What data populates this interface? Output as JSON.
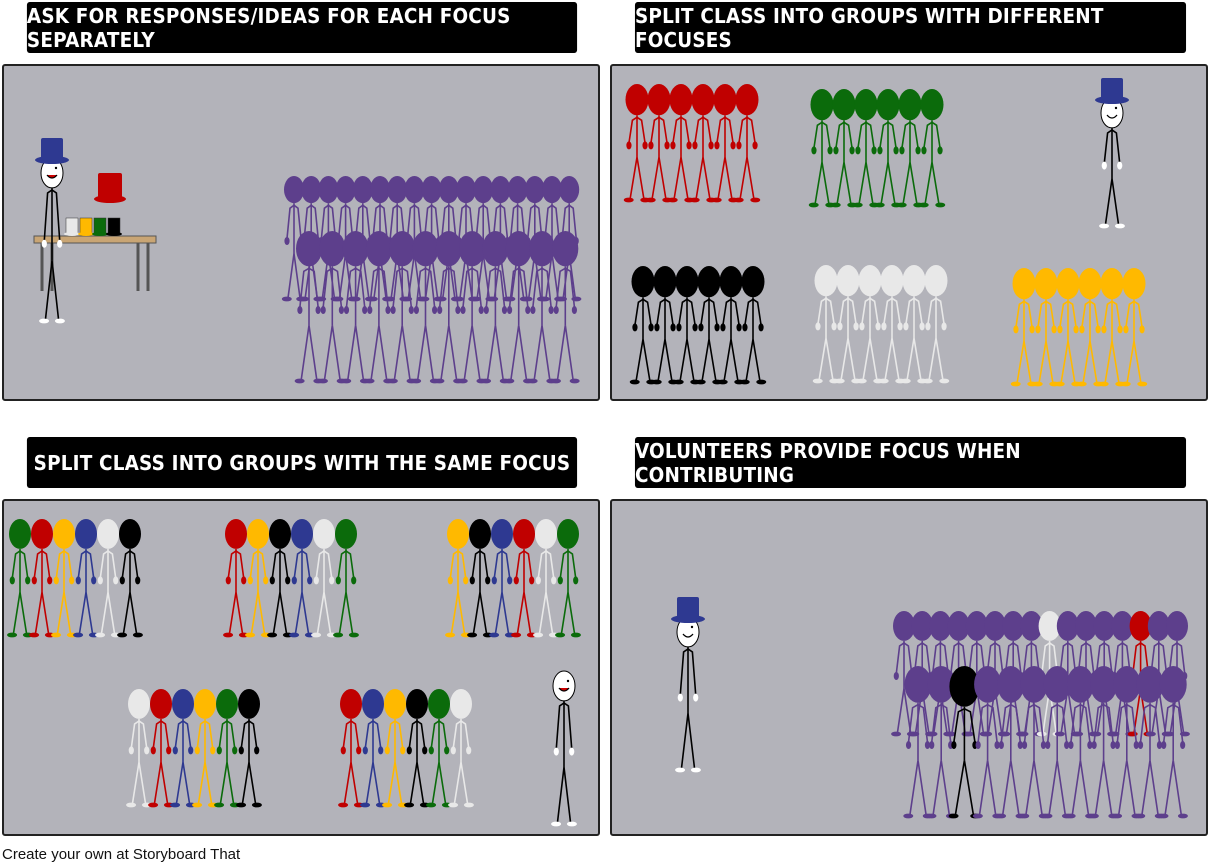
{
  "colors": {
    "red": "#c00000",
    "green": "#0b6b0b",
    "yellow": "#ffb900",
    "blue": "#2e3991",
    "white": "#e8e8e8",
    "black": "#000000",
    "purple": "#5d3f8c",
    "panel_bg": "#b3b3ba"
  },
  "panels": [
    {
      "title": "ASK FOR RESPONSES/IDEAS FOR EACH FOCUS SEPARATELY",
      "hats_on_table": [
        "white",
        "yellow",
        "green",
        "black"
      ],
      "held_hat": "red",
      "crowd_rows": [
        {
          "count": 17,
          "color": "purple"
        },
        {
          "count": 12,
          "color": "purple"
        }
      ]
    },
    {
      "title": "SPLIT CLASS INTO GROUPS WITH DIFFERENT FOCUSES",
      "groups": [
        [
          "red",
          "red",
          "red",
          "red",
          "red",
          "red"
        ],
        [
          "green",
          "green",
          "green",
          "green",
          "green",
          "green"
        ],
        [
          "black",
          "black",
          "black",
          "black",
          "black",
          "black"
        ],
        [
          "white",
          "white",
          "white",
          "white",
          "white",
          "white"
        ],
        [
          "yellow",
          "yellow",
          "yellow",
          "yellow",
          "yellow",
          "yellow"
        ]
      ]
    },
    {
      "title": "SPLIT CLASS INTO GROUPS WITH THE SAME FOCUS",
      "groups": [
        [
          "green",
          "red",
          "yellow",
          "blue",
          "white",
          "black"
        ],
        [
          "red",
          "yellow",
          "black",
          "blue",
          "white",
          "green"
        ],
        [
          "yellow",
          "black",
          "blue",
          "red",
          "white",
          "green"
        ],
        [
          "white",
          "red",
          "blue",
          "yellow",
          "green",
          "black"
        ],
        [
          "red",
          "blue",
          "yellow",
          "black",
          "green",
          "white"
        ]
      ]
    },
    {
      "title": "VOLUNTEERS PROVIDE FOCUS WHEN CONTRIBUTING",
      "crowd_rows": [
        [
          "purple",
          "purple",
          "purple",
          "purple",
          "purple",
          "purple",
          "purple",
          "purple",
          "white",
          "purple",
          "purple",
          "purple",
          "purple",
          "red",
          "purple",
          "purple"
        ],
        [
          "purple",
          "purple",
          "black",
          "purple",
          "purple",
          "purple",
          "purple",
          "purple",
          "purple",
          "purple",
          "purple",
          "purple"
        ]
      ]
    }
  ],
  "footer": "Create your own at Storyboard That"
}
